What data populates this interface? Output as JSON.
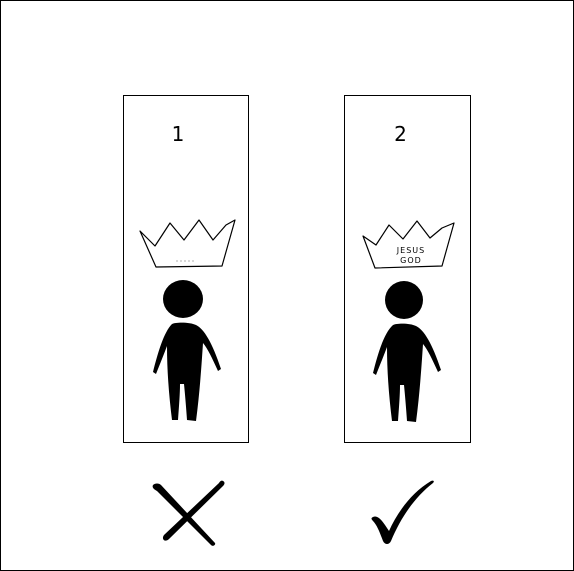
{
  "panels": [
    {
      "number": "1",
      "crown_text": [],
      "mark": "x-mark"
    },
    {
      "number": "2",
      "crown_text": [
        "JESUS",
        "GOD"
      ],
      "mark": "check-mark"
    }
  ],
  "colors": {
    "ink": "#000000",
    "background": "#ffffff"
  }
}
